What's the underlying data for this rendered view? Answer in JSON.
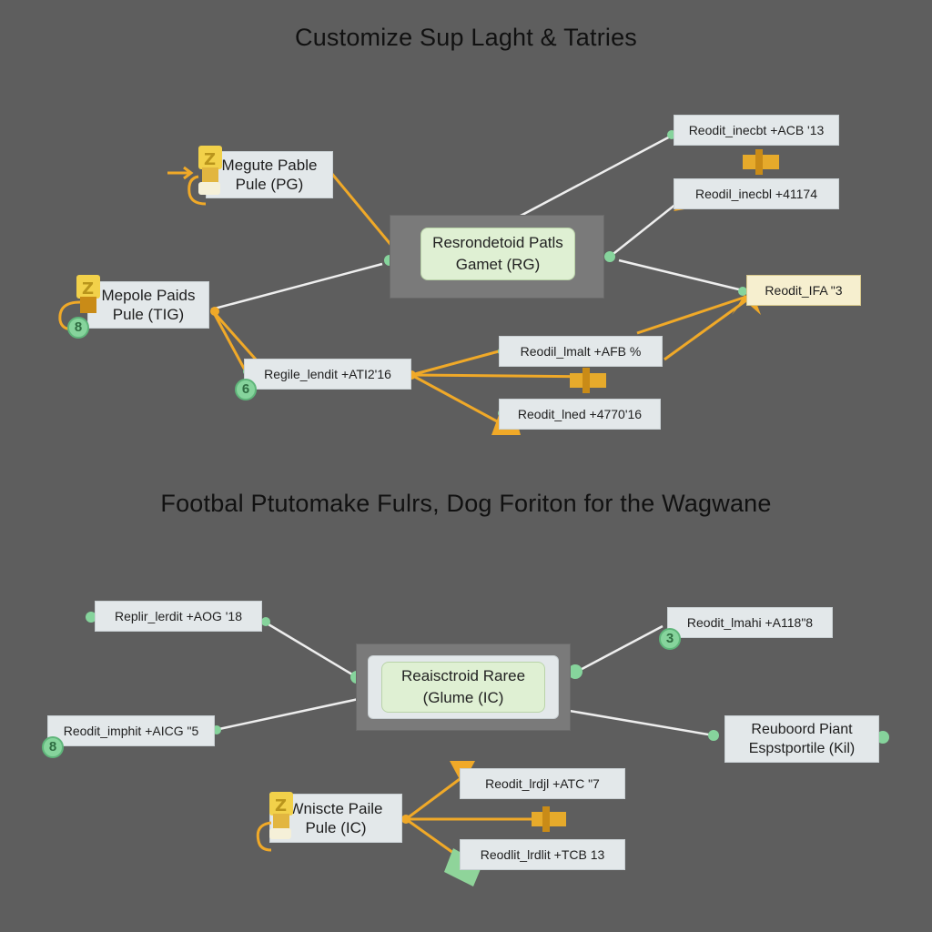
{
  "diagram_1": {
    "title": "Customize Sup Laght & Tatries",
    "hub": {
      "line1": "Resrondetoid Patls",
      "line2": "Gamet (RG)"
    },
    "left_nodes": [
      {
        "line1": "Megute Pable",
        "line2": "Pule (PG)"
      },
      {
        "line1": "Mepole Paids",
        "line2": "Pule (TIG)"
      }
    ],
    "mid_node": "Regile_lendit +ATI2'16",
    "right_nodes": [
      "Reodit_inecbt +ACB '13",
      "Reodil_inecbl +41174",
      "Reodit_IFA \"3",
      "Reodil_lmalt +AFB %",
      "Reodit_lned +4770'16"
    ],
    "badges": [
      "8",
      "6"
    ]
  },
  "diagram_2": {
    "title": "Footbal Ptutomake Fulrs, Dog Foriton for the Wagwane",
    "hub": {
      "line1": "Reaisctroid Raree",
      "line2": "(Glume (IC)"
    },
    "left_nodes": [
      "Replir_lerdit +AOG '18",
      "Reodit_imphit +AICG \"5"
    ],
    "bottom_node": {
      "line1": "Wniscte Paile",
      "line2": "Pule (IC)"
    },
    "right_nodes": [
      "Reodit_lmahi +A118\"8",
      "Reodit_lrdjl +ATC \"7",
      "Reodlit_lrdlit +TCB 13"
    ],
    "right_node_two": {
      "line1": "Reuboord Piant",
      "line2": "Espstportile (Kil)"
    },
    "badges": [
      "8",
      "3"
    ]
  },
  "colors": {
    "background": "#5e5e5e",
    "connector_white": "#eeeeee",
    "connector_orange": "#f0a928",
    "port_green": "#86d49c",
    "port_red": "#d9433a"
  },
  "icons": [
    "trophy-cup-icon",
    "arrow-marker-icon",
    "double-arrow-connector-icon"
  ]
}
